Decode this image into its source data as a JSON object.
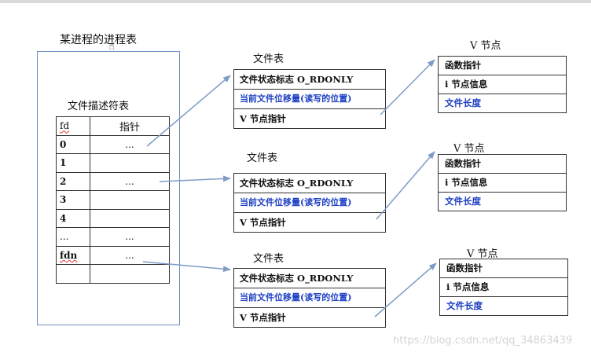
{
  "process_table": {
    "title": "某进程的进程表",
    "fd_table": {
      "title": "文件描述符表",
      "headers": [
        "fd",
        "指针"
      ],
      "rows": [
        {
          "fd": "0",
          "ptr": "..."
        },
        {
          "fd": "1",
          "ptr": ""
        },
        {
          "fd": "2",
          "ptr": "..."
        },
        {
          "fd": "3",
          "ptr": ""
        },
        {
          "fd": "4",
          "ptr": ""
        },
        {
          "fd": "...",
          "ptr": "..."
        },
        {
          "fd": "fdn",
          "ptr": "..."
        },
        {
          "fd": "",
          "ptr": ""
        }
      ]
    }
  },
  "file_tables": [
    {
      "title": "文件表",
      "rows": [
        "文件状态标志 O_RDONLY",
        "当前文件位移量(读写的位置)",
        "V 节点指针"
      ]
    },
    {
      "title": "文件表",
      "rows": [
        "文件状态标志 O_RDONLY",
        "当前文件位移量(读写的位置)",
        "V 节点指针"
      ]
    },
    {
      "title": "文件表",
      "rows": [
        "文件状态标志 O_RDONLY",
        "当前文件位移量(读写的位置)",
        "V 节点指针"
      ]
    }
  ],
  "v_nodes": [
    {
      "title": "V 节点",
      "rows": [
        "函数指针",
        "i 节点信息",
        "文件长度"
      ]
    },
    {
      "title": "V 节点",
      "rows": [
        "函数指针",
        "i 节点信息",
        "文件长度"
      ]
    },
    {
      "title": "V 节点",
      "rows": [
        "函数指针",
        "i 节点信息",
        "文件长度"
      ]
    }
  ],
  "colors": {
    "arrow": "#7f9cc6",
    "blue_text": "#1d3fc4",
    "frame": "#6d8fc2"
  },
  "watermark": "https://blog.csdn.net/qq_34863439"
}
